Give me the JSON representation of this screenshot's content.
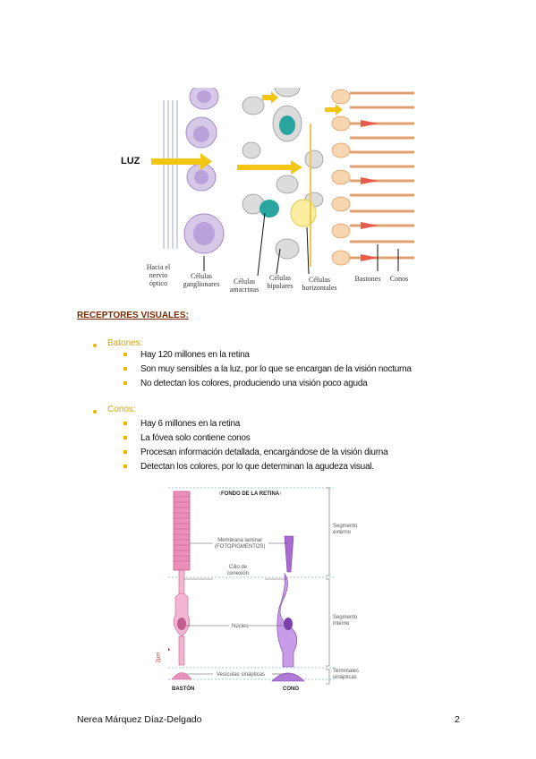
{
  "retina_figure": {
    "luz_label": "LUZ",
    "labels": {
      "nervio": [
        "Hacia el",
        "nervio",
        "óptico"
      ],
      "ganglionares": [
        "Células",
        "ganglionares"
      ],
      "amacrinas": [
        "Células",
        "amacrinas"
      ],
      "bipolares": [
        "Células",
        "bipolares"
      ],
      "horizontales": [
        "Células",
        "horizontales"
      ],
      "bastones": "Bastones",
      "conos": "Conos"
    }
  },
  "section_heading": "RECEPTORES VISUALES:",
  "sections": [
    {
      "title": "Batones:",
      "items": [
        "Hay 120 millones en la retina",
        "Son muy sensibles a la luz, por lo que se encargan de la visión nocturna",
        "No detectan los colores, produciendo una visión poco aguda"
      ]
    },
    {
      "title": "Conos:",
      "items": [
        "Hay 6 millones en la retina",
        "La fóvea solo contiene conos",
        "Procesan información detallada, encargándose de la visión diurna",
        "Detectan los colores, por lo que determinan la agudeza visual."
      ]
    }
  ],
  "receptor_figure": {
    "top_label": "↑FONDO DE LA RETINA↑",
    "membrana": [
      "Membrana laminar",
      "(FOTOPIGMENTOS)"
    ],
    "cilio": [
      "Cilio de",
      "conexión"
    ],
    "nucleo": "Núcleo",
    "vesiculas": "Vesículas sinápticas",
    "seg_externo": [
      "Segmento",
      "externo"
    ],
    "seg_interno": [
      "Segmento",
      "interno"
    ],
    "terminales": [
      "Terminales",
      "sinápticas"
    ],
    "baston": "BASTÓN",
    "cono": "CONO",
    "scale": "2µm"
  },
  "footer": {
    "author": "Nerea Márquez Díaz-Delgado",
    "page": "2"
  }
}
